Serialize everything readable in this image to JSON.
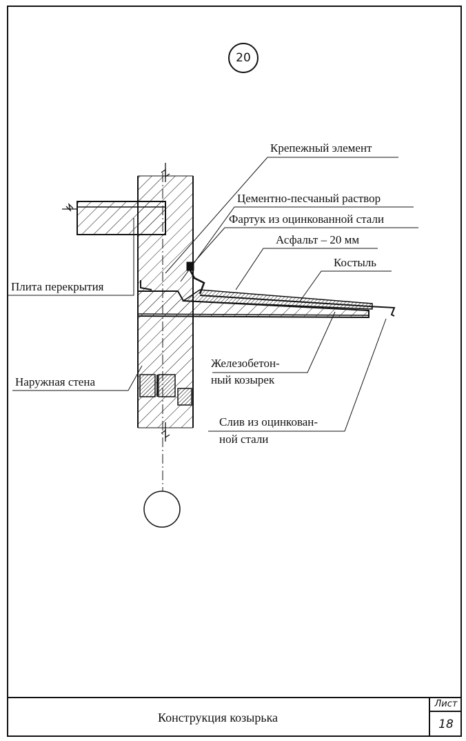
{
  "detail_number": "20",
  "labels": {
    "fastener": "Крепежный элемент",
    "mortar": "Цементно-песчаный раствор",
    "apron": "Фартук из оцинкованной стали",
    "asphalt": "Асфальт – 20 мм",
    "crutch": "Костыль",
    "floor_slab": "Плита перекрытия",
    "outer_wall": "Наружная стена",
    "canopy_line1": "Железобетон-",
    "canopy_line2": "ный козырек",
    "drip_line1": "Слив из оцинкован-",
    "drip_line2": "ной стали"
  },
  "title_block": {
    "title": "Конструкция козырька",
    "sheet_label": "Лист",
    "sheet_number": "18"
  }
}
